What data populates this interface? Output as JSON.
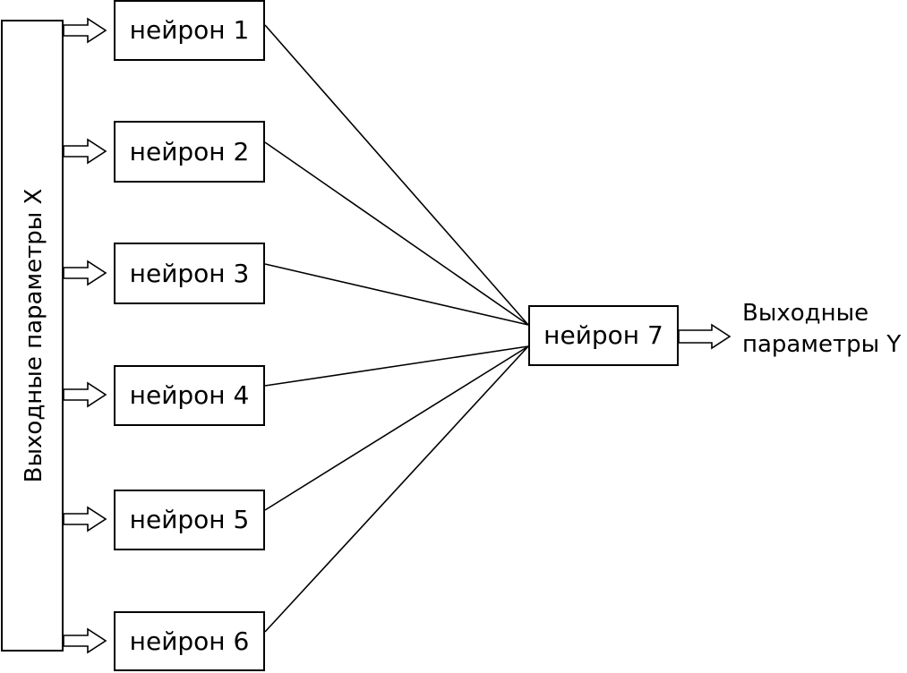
{
  "input_block": {
    "label": "Выходные параметры X"
  },
  "hidden_neurons": [
    {
      "label": "нейрон 1"
    },
    {
      "label": "нейрон 2"
    },
    {
      "label": "нейрон 3"
    },
    {
      "label": "нейрон 4"
    },
    {
      "label": "нейрон 5"
    },
    {
      "label": "нейрон 6"
    }
  ],
  "output_neuron": {
    "label": "нейрон 7"
  },
  "output_label": {
    "line1": "Выходные",
    "line2": "параметры Y"
  },
  "colors": {
    "stroke": "#000000",
    "fill": "#ffffff"
  }
}
